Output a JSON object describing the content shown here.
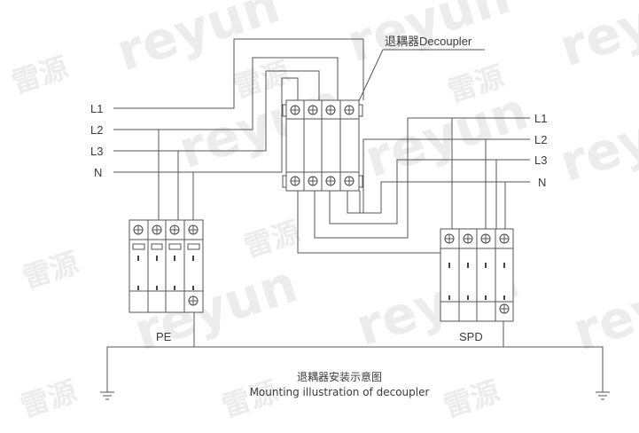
{
  "diagram": {
    "labels": {
      "decoupler": "退耦器Decoupler",
      "pe": "PE",
      "spd": "SPD",
      "caption_cn": "退耦器安装示意图",
      "caption_en": "Mounting illustration of decoupler"
    },
    "left_lines": [
      "L1",
      "L2",
      "L3",
      "N"
    ],
    "right_lines": [
      "L1",
      "L2",
      "L3",
      "N"
    ],
    "watermark": {
      "brand": "reyun",
      "brand_cn": "雷源"
    },
    "colors": {
      "line": "#555555",
      "text": "#3a3a3a",
      "watermark": "#ececec"
    }
  }
}
